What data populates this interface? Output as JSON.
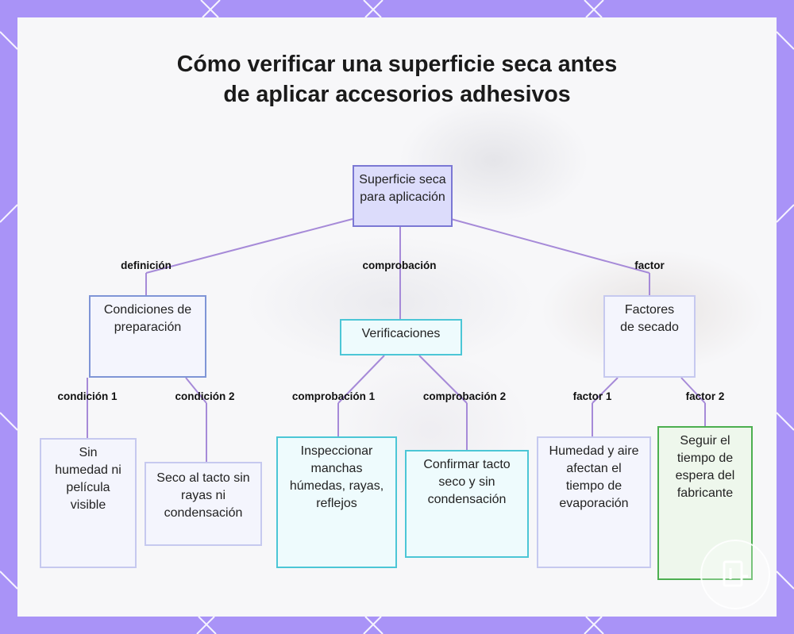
{
  "title": "Cómo verificar una superficie seca antes de aplicar accesorios adhesivos",
  "nodes": {
    "root": "Superficie seca para aplicación",
    "conditions": "Condiciones de preparación",
    "verifications": "Verificaciones",
    "factors": "Factores de secado",
    "no_moisture": "Sin humedad ni película visible",
    "dry_touch": "Seco al tacto sin rayas ni condensación",
    "inspect": "Inspeccionar manchas húmedas, rayas, reflejos",
    "confirm": "Confirmar tacto seco y sin condensación",
    "humidity": "Humedad y aire afectan el tiempo de evaporación",
    "wait_time": "Seguir el tiempo de espera del fabricante"
  },
  "edge_labels": {
    "definition": "definición",
    "check": "comprobación",
    "factor": "factor",
    "condition_1": "condición 1",
    "condition_2": "condición 2",
    "check_1": "comprobación 1",
    "check_2": "comprobación 2",
    "factor_1": "factor 1",
    "factor_2": "factor 2"
  },
  "colors": {
    "frame": "#a993f7",
    "edge": "#a68ad8",
    "root_fill": "#dcdcfb",
    "root_border": "#7b78d4",
    "blue_border": "#7f95d6",
    "teal_border": "#4cc6d6",
    "teal_fill": "#eefbfd",
    "lavender_border": "#c6c9ef",
    "green_border": "#4caf50",
    "green_fill": "#eef7ec"
  }
}
